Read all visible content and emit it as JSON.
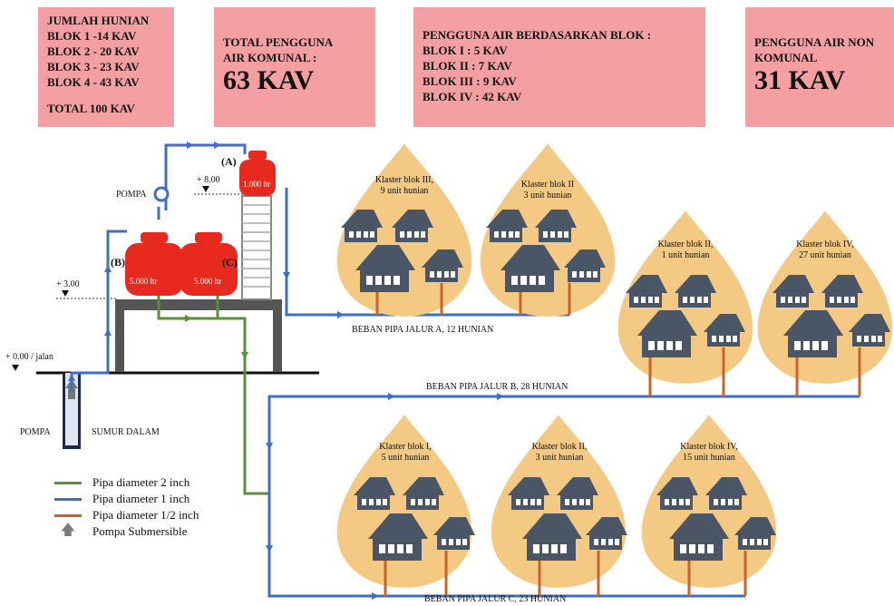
{
  "boxes": {
    "units": [
      "JUMLAH HUNIAN",
      "BLOK 1 -14 KAV",
      "BLOK 2 - 20 KAV",
      "BLOK 3 - 23 KAV",
      "BLOK 4 - 43 KAV",
      "TOTAL 100 KAV"
    ],
    "communal": {
      "title1": "TOTAL PENGGUNA",
      "title2": "AIR KOMUNAL :",
      "value": "63 KAV"
    },
    "per_block": [
      "PENGGUNA AIR BERDASARKAN BLOK :",
      "BLOK I : 5 KAV",
      "BLOK II : 7 KAV",
      "BLOK III : 9 KAV",
      "BLOK IV : 42 KAV"
    ],
    "non_communal": {
      "title1": "PENGGUNA AIR NON",
      "title2": "KOMUNAL",
      "value": "31 KAV"
    }
  },
  "system": {
    "tank_a_label": "(A)",
    "tank_a_capacity": "1.000 ltr",
    "tank_b_label": "(B)",
    "tank_b_capacity": "5.000 ltr",
    "tank_c_label": "(C)",
    "tank_c_capacity": "5.000 ltr",
    "pump_top": "POMPA",
    "pump_bottom": "POMPA",
    "well": "SUMUR DALAM",
    "level_800": "+ 8.00",
    "level_300": "+ 3.00",
    "level_000": "+ 0.00 / jalan"
  },
  "clusters": [
    {
      "name": "Klaster blok III,",
      "units": "9 unit hunian"
    },
    {
      "name": "Klaster blok II",
      "units": "3 unit hunian"
    },
    {
      "name": "Klaster blok II,",
      "units": "1 unit hunian"
    },
    {
      "name": "Klaster blok IV,",
      "units": "27 unit hunian"
    },
    {
      "name": "Klaster blok I,",
      "units": "5 unit hunian"
    },
    {
      "name": "Klaster blok II,",
      "units": "3 unit hunian"
    },
    {
      "name": "Klaster blok IV,",
      "units": "15 unit hunian"
    }
  ],
  "lines": {
    "a": "BEBAN PIPA JALUR A, 12 HUNIAN",
    "b": "BEBAN PIPA JALUR B, 28 HUNIAN",
    "c": "BEBAN PIPA JALUR C, 23 HUNIAN"
  },
  "legend": [
    {
      "label": "Pipa diameter 2 inch",
      "color": "#5a8f3c"
    },
    {
      "label": "Pipa diameter 1 inch",
      "color": "#3f6fc1"
    },
    {
      "label": "Pipa diameter 1/2 inch",
      "color": "#c8632a"
    },
    {
      "label": "Pompa Submersible",
      "color": "#7a7a7a"
    }
  ],
  "colors": {
    "box": "#f4a0a2",
    "drop": "#f3c983",
    "house": "#4a5566",
    "tank": "#e8291d",
    "pipe_blue": "#3f6fc1",
    "pipe_green": "#5a8f3c",
    "pipe_orange": "#c8632a"
  }
}
